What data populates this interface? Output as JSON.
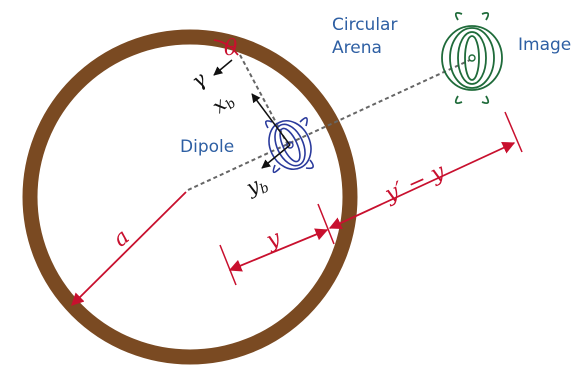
{
  "labels": {
    "arena": "Circular\nArena",
    "arena_line1": "Circular",
    "arena_line2": "Arena",
    "image": "Image",
    "dipole": "Dipole",
    "theta": "θ",
    "gamma": "γ",
    "x_b": "x",
    "x_b_sub": "b",
    "y_b": "y",
    "y_b_sub": "b",
    "a": "a",
    "y": "y",
    "y_prime_minus_y": "y′ − y"
  },
  "colors": {
    "arena_ring": "#7a4a22",
    "dipole": "#2a3a9c",
    "image": "#1f6b3a",
    "dimension": "#c8102e",
    "text_blue": "#2e5fa3",
    "dash": "#666666"
  }
}
